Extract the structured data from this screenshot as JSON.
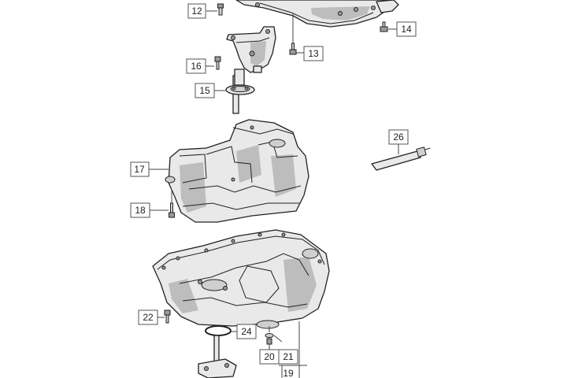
{
  "callouts": {
    "c12": "12",
    "c13": "13",
    "c14": "14",
    "c15": "15",
    "c16": "16",
    "c17": "17",
    "c18": "18",
    "c19": "19",
    "c20": "20",
    "c21": "21",
    "c22": "22",
    "c24": "24",
    "c26": "26"
  },
  "colors": {
    "line": "#444444",
    "part_fill": "#e9e9e9",
    "part_shadow": "#9a9a9a"
  }
}
